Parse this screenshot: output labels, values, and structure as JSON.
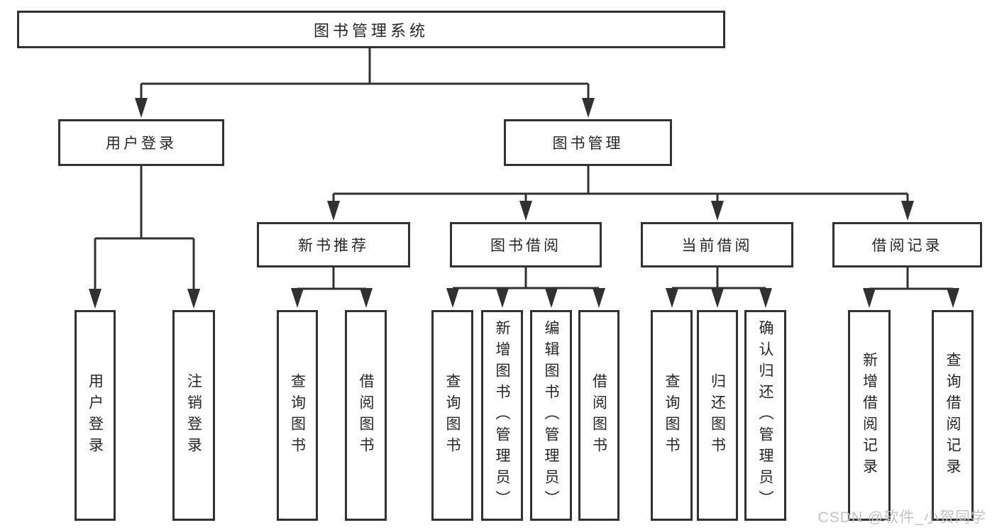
{
  "tree": {
    "root": {
      "label": "图书管理系统"
    },
    "branches": [
      {
        "label": "用户登录",
        "children": [
          {
            "label": "用户登录"
          },
          {
            "label": "注销登录"
          }
        ]
      },
      {
        "label": "图书管理",
        "children": [
          {
            "label": "新书推荐",
            "children": [
              {
                "label": "查询图书"
              },
              {
                "label": "借阅图书"
              }
            ]
          },
          {
            "label": "图书借阅",
            "children": [
              {
                "label": "查询图书"
              },
              {
                "label": "新增图书（管理员）"
              },
              {
                "label": "编辑图书（管理员）"
              },
              {
                "label": "借阅图书"
              }
            ]
          },
          {
            "label": "当前借阅",
            "children": [
              {
                "label": "查询图书"
              },
              {
                "label": "归还图书"
              },
              {
                "label": "确认归还（管理员）"
              }
            ]
          },
          {
            "label": "借阅记录",
            "children": [
              {
                "label": "新增借阅记录"
              },
              {
                "label": "查询借阅记录"
              }
            ]
          }
        ]
      }
    ]
  },
  "watermark": {
    "text": "CSDN @软件_小贺同学"
  },
  "colors": {
    "line": "#313131",
    "text": "#262626",
    "background": "#ffffff",
    "watermark": "#c3c3c3"
  }
}
